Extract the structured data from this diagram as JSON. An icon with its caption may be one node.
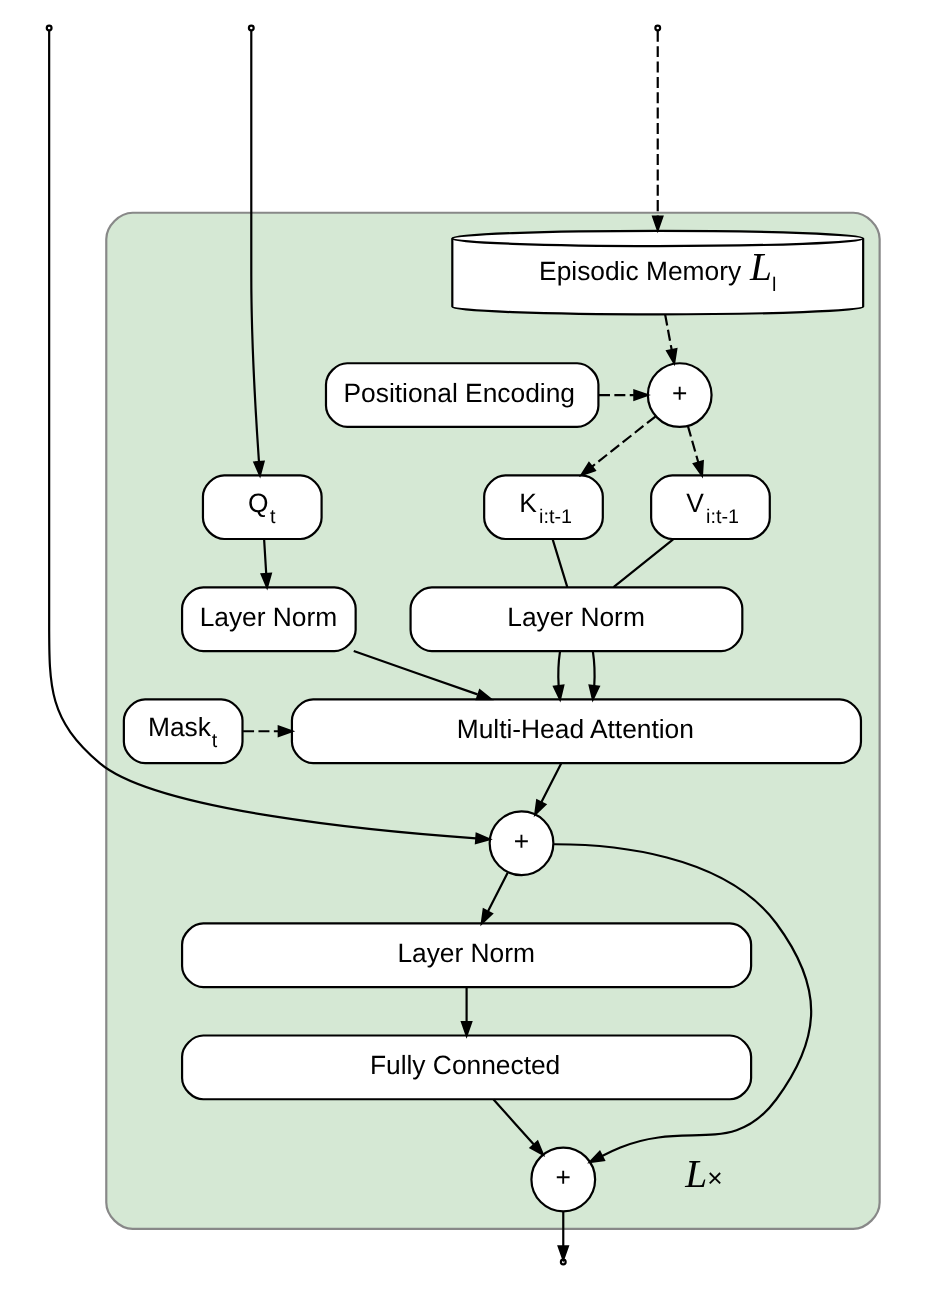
{
  "diagram": {
    "nodes": [
      {
        "text": [],
        "shape": "box"
      },
      {
        "text": [
          "Episodic Memory *L*$_{l}$"
        ],
        "in": 0
      },
      {
        "text": [
          "+"
        ],
        "in": 0
      },
      {
        "text": [
          "Positional Encoding"
        ],
        "in": 0
      },
      {
        "text": [
          "Q$_{t}$"
        ],
        "in": 0
      },
      {
        "text": [
          "K$_{i:t-1}$"
        ],
        "in": 0
      },
      {
        "text": [
          "V$_{i:t-1}$"
        ],
        "in": 0
      },
      {
        "text": [
          "Layer Norm"
        ],
        "in": 0
      },
      {
        "text": [
          "Layer Norm"
        ],
        "in": 0
      },
      {
        "text": [
          "Multi-Head Attention"
        ],
        "in": 0
      },
      {
        "text": [
          "Mask$_{t}$"
        ],
        "in": 0
      },
      {
        "text": [
          "+"
        ],
        "in": 0
      },
      {
        "text": [
          "Layer Norm"
        ],
        "in": 0
      },
      {
        "text": [
          "Fully Connected"
        ],
        "in": 0
      },
      {
        "text": [
          "+"
        ],
        "in": 0
      }
    ],
    "edges": [
      {
        "from": null,
        "to": 4,
        "arrow": "to"
      },
      {
        "from": null,
        "to": 1,
        "arrow": "to",
        "style": "dashed"
      },
      {
        "from": null,
        "to": 11,
        "arrow": "to"
      },
      {
        "from": 1,
        "to": 2,
        "arrow": "to",
        "style": "dashed"
      },
      {
        "from": 3,
        "to": 2,
        "arrow": "to",
        "style": "dashed"
      },
      {
        "from": 2,
        "to": 5,
        "arrow": "to",
        "style": "dashed"
      },
      {
        "from": 2,
        "to": 6,
        "arrow": "to",
        "style": "dashed"
      },
      {
        "from": 4,
        "to": 7,
        "arrow": "to"
      },
      {
        "from": 5,
        "to": 8,
        "arrow": "none"
      },
      {
        "from": 6,
        "to": 8,
        "arrow": "none"
      },
      {
        "from": 7,
        "to": 9,
        "arrow": "to"
      },
      {
        "from": 8,
        "to": 9,
        "arrow": "to"
      },
      {
        "from": 8,
        "to": 9,
        "arrow": "to"
      },
      {
        "from": 10,
        "to": 9,
        "arrow": "to",
        "style": "dashed"
      },
      {
        "from": 9,
        "to": 11,
        "arrow": "to"
      },
      {
        "from": 11,
        "to": 12,
        "arrow": "to"
      },
      {
        "from": 11,
        "to": 14,
        "arrow": "to"
      },
      {
        "from": 12,
        "to": 13,
        "arrow": "to"
      },
      {
        "from": 13,
        "to": 14,
        "arrow": "to"
      },
      {
        "from": 14,
        "to": null,
        "arrow": "to"
      }
    ],
    "labels": [
      "*L*×"
    ]
  }
}
